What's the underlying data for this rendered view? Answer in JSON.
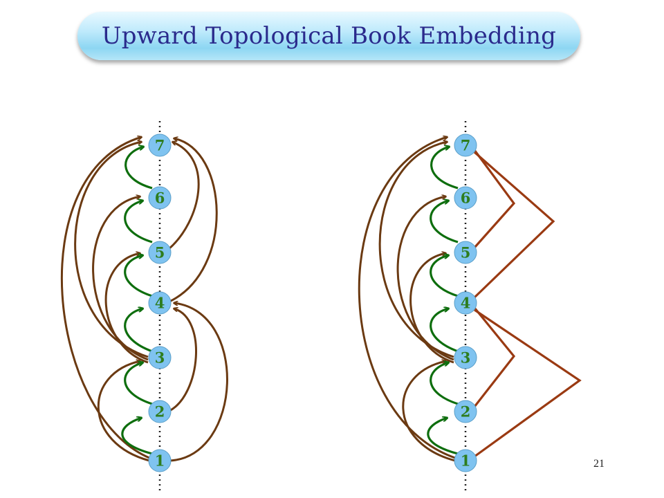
{
  "title": "Upward Topological Book Embedding",
  "page_number": "21",
  "colors": {
    "title_text": "#2a2a8c",
    "node_fill": "#7fc3f0",
    "node_label": "#2e7d1e",
    "spine_edge": "#0e6e0e",
    "page_edge": "#6b3a12",
    "spine": "#222222"
  },
  "left_diagram": {
    "nodes": [
      "1",
      "2",
      "3",
      "4",
      "5",
      "6",
      "7"
    ]
  },
  "right_diagram": {
    "nodes": [
      "1",
      "2",
      "3",
      "4",
      "5",
      "6",
      "7"
    ]
  }
}
